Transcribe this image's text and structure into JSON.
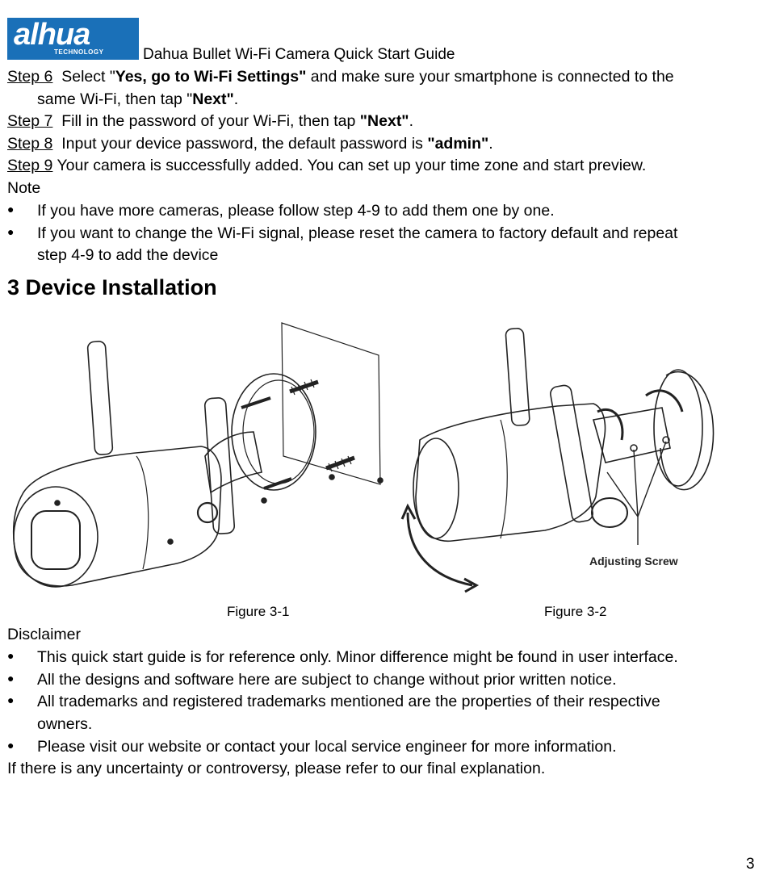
{
  "header": {
    "logo_text": "alhua",
    "logo_subtext": "TECHNOLOGY",
    "title": "Dahua Bullet Wi-Fi Camera Quick Start Guide"
  },
  "steps": [
    {
      "label": "Step 6",
      "pre": "Select \"",
      "bold": "Yes, go to Wi-Fi Settings\"",
      "post": " and make sure your smartphone is connected to the",
      "continuation_pre": "same Wi-Fi, then tap \"",
      "continuation_bold": "Next\"",
      "continuation_post": "."
    },
    {
      "label": "Step 7",
      "pre": "Fill in the password of your Wi-Fi, then tap ",
      "bold": "\"Next\"",
      "post": "."
    },
    {
      "label": "Step 8",
      "pre": "Input your device password, the default password is ",
      "bold": "\"admin\"",
      "post": "."
    },
    {
      "label": "Step 9",
      "pre": "Your camera is successfully added. You can set up your time zone and start preview."
    }
  ],
  "note": {
    "title": "Note",
    "items": [
      "If you have more cameras, please follow step 4-9 to add them one by one.",
      "If you want to change the Wi-Fi signal, please reset the camera to factory default and repeat",
      "step 4-9 to add the device"
    ]
  },
  "section_title": "3 Device Installation",
  "figures": {
    "fig1_caption": "Figure 3-1",
    "fig2_caption": "Figure 3-2",
    "fig2_label": "Adjusting Screw"
  },
  "disclaimer": {
    "title": "Disclaimer",
    "items": [
      "This quick start guide is for reference only. Minor difference might be found in user interface.",
      "All the designs and software here are subject to change without prior written notice.",
      "All trademarks and registered trademarks mentioned are the properties of their respective",
      "owners.",
      "Please visit our website or contact your local service engineer for more information."
    ],
    "footer": "If there is any uncertainty or controversy, please refer to our final explanation."
  },
  "page_number": "3"
}
